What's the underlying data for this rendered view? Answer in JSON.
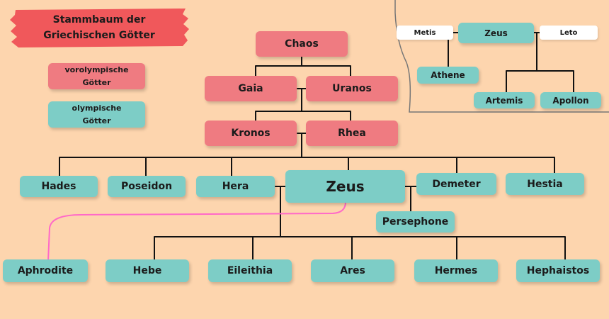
{
  "title": {
    "line1": "Stammbaum der",
    "line2": "Griechischen Götter",
    "brush_color": "#f0585b"
  },
  "legend": {
    "preolympic_line1": "vorolympische",
    "preolympic_line2": "Götter",
    "olympic_line1": "olympische",
    "olympic_line2": "Götter"
  },
  "colors": {
    "background": "#fdd5ae",
    "preolympic": "#ef7b81",
    "olympic": "#7dcdc6",
    "line": "#111111",
    "aphrodite_link": "#ff69c8",
    "inset_border": "#777777"
  },
  "nodes": {
    "chaos": "Chaos",
    "gaia": "Gaia",
    "uranos": "Uranos",
    "kronos": "Kronos",
    "rhea": "Rhea",
    "hades": "Hades",
    "poseidon": "Poseidon",
    "hera": "Hera",
    "zeus": "Zeus",
    "demeter": "Demeter",
    "hestia": "Hestia",
    "persephone": "Persephone",
    "aphrodite": "Aphrodite",
    "hebe": "Hebe",
    "eileithia": "Eileithia",
    "ares": "Ares",
    "hermes": "Hermes",
    "hephaistos": "Hephaistos"
  },
  "inset": {
    "metis": "Metis",
    "zeus": "Zeus",
    "leto": "Leto",
    "athene": "Athene",
    "artemis": "Artemis",
    "apollon": "Apollon"
  }
}
